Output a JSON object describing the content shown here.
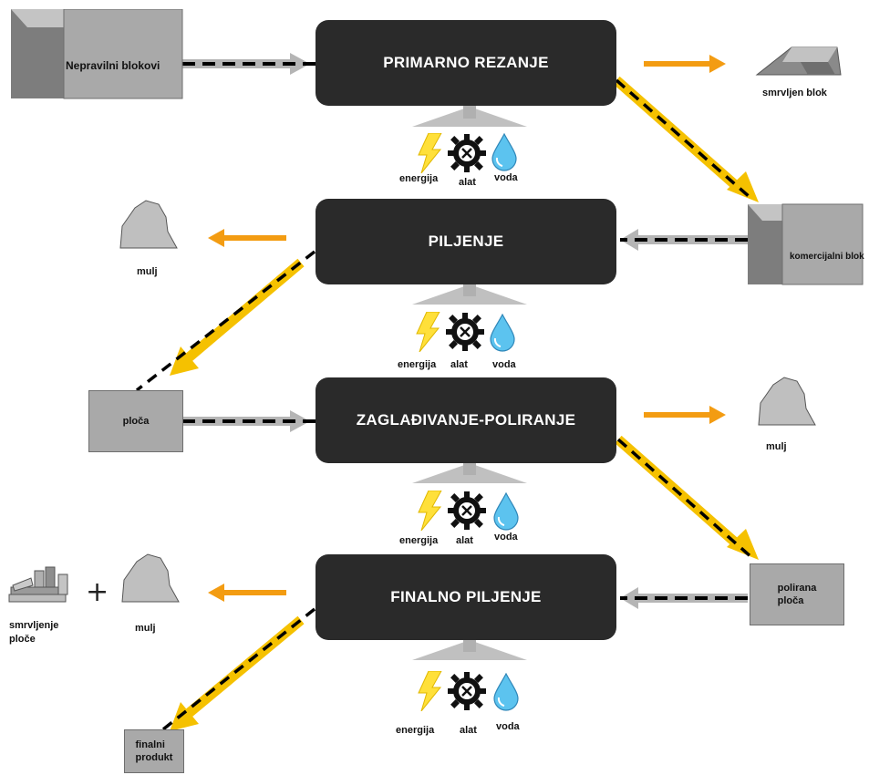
{
  "colors": {
    "stage": "#2a2a2a",
    "stage_text": "#ffffff",
    "orange": "#f39c12",
    "yellow": "#f5c100",
    "grey_arrow": "#b5b5b5",
    "dash": "#000000",
    "box_fill": "#a9a9a9"
  },
  "stages": [
    {
      "label": "PRIMARNO REZANJE"
    },
    {
      "label": "PILJENJE"
    },
    {
      "label": "ZAGLAĐIVANJE-POLIRANJE"
    },
    {
      "label": "FINALNO PILJENJE"
    }
  ],
  "inputs": {
    "energy": "energija",
    "tool": "alat",
    "water": "voda"
  },
  "materials": {
    "irregular_blocks": "Nepravilni blokovi",
    "commercial_block": "komercijalni blok",
    "slab": "ploča",
    "polished_slab_line1": "polirana",
    "polished_slab_line2": "ploča",
    "final_product_line1": "finalni",
    "final_product_line2": "produkt"
  },
  "waste": {
    "crushed_block": "smrvljen blok",
    "sludge": "mulj",
    "crushed_slabs_line1": "smrvljenje",
    "crushed_slabs_line2": "ploče",
    "plus": "+"
  }
}
